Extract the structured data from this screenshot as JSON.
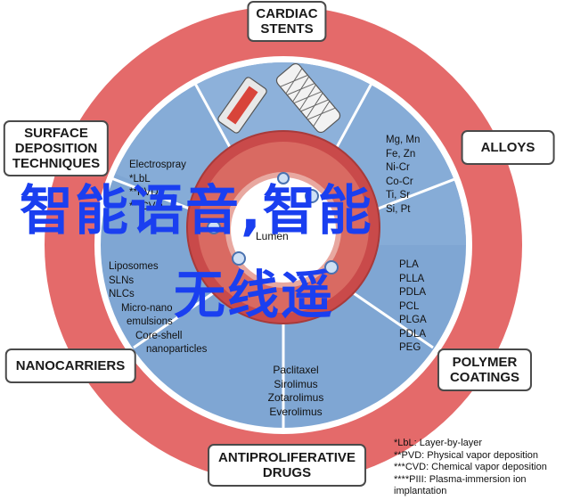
{
  "colors": {
    "outer_ring": "#e46a6a",
    "inner_disc": "#7fa6d3",
    "vessel": "#c94a4a",
    "lumen": "#ffffff",
    "overlay_text": "#1a3ff0"
  },
  "labels": {
    "cardiac_stents": [
      "CARDIAC",
      "STENTS"
    ],
    "surface_deposition": [
      "SURFACE",
      "DEPOSITION",
      "TECHNIQUES"
    ],
    "alloys": [
      "ALLOYS"
    ],
    "nanocarriers": [
      "NANOCARRIERS"
    ],
    "polymer_coatings": [
      "POLYMER",
      "COATINGS"
    ],
    "antiproliferative_drugs": [
      "ANTIPROLIFERATIVE",
      "DRUGS"
    ]
  },
  "techniques": [
    "Electrospray",
    "*LbL",
    "**PVD",
    "***CVD"
  ],
  "alloy_items": [
    "Mg, Mn",
    "Fe, Zn",
    "Ni-Cr",
    "Co-Cr",
    "Ti, Sr",
    "Si, Pt"
  ],
  "nanocarrier_items": [
    "Liposomes",
    "SLNs",
    "NLCs",
    "Micro-nano",
    "emulsions",
    "Core-shell",
    "nanoparticles"
  ],
  "polymer_items": [
    "PLA",
    "PLLA",
    "PDLA",
    "PCL",
    "PLGA",
    "PDLA",
    "PEG"
  ],
  "drug_items": [
    "Paclitaxel",
    "Sirolimus",
    "Zotarolimus",
    "Everolimus"
  ],
  "center_label": "Lumen",
  "legend": [
    "*LbL: Layer-by-layer",
    "**PVD: Physical vapor deposition",
    "***CVD: Chemical vapor deposition",
    "****PIII: Plasma-immersion ion",
    "implantation"
  ],
  "overlay": {
    "line1": "智能语音,智能",
    "line2": "无线遥"
  }
}
